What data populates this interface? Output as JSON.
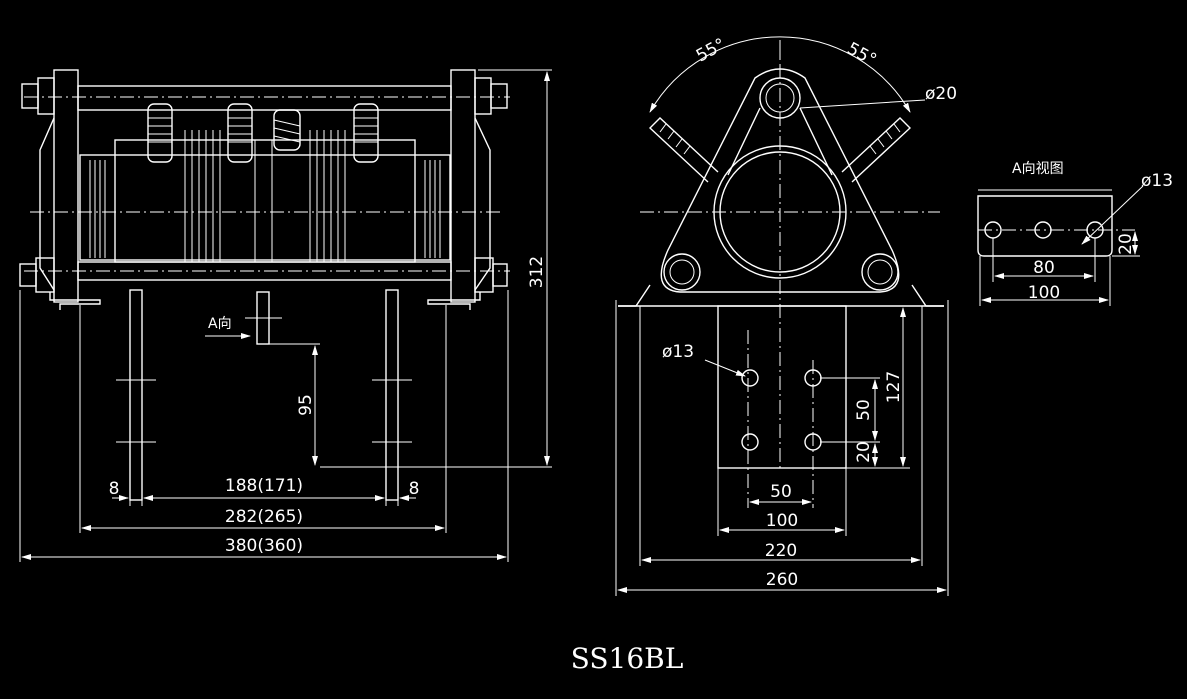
{
  "title": "SS16BL",
  "view_label_A": "A向",
  "view_title_A": "A向视图",
  "front_view": {
    "dim_height": "312",
    "dim_95": "95",
    "dim_8_left": "8",
    "dim_8_right": "8",
    "dim_188": "188(171)",
    "dim_282": "282(265)",
    "dim_380": "380(360)"
  },
  "side_view": {
    "angle_left": "55°",
    "angle_right": "55°",
    "dia_20": "ø20",
    "dia_13": "ø13",
    "dim_127": "127",
    "dim_50v": "50",
    "dim_20v": "20",
    "dim_50h": "50",
    "dim_100": "100",
    "dim_220": "220",
    "dim_260": "260"
  },
  "a_view": {
    "dia_13": "ø13",
    "dim_20": "20",
    "dim_80": "80",
    "dim_100": "100"
  }
}
